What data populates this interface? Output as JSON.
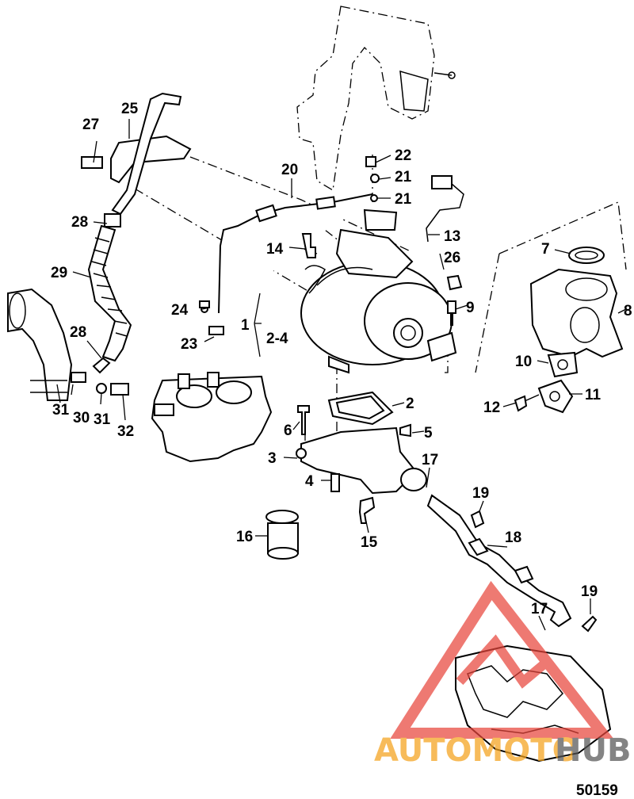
{
  "figure_id": "50159",
  "watermark": {
    "text_orange": "AUTOMOTO",
    "text_dark": "HUB",
    "color_orange": "#f4a21c",
    "color_dark": "#555555",
    "color_triangle": "#e8463c"
  },
  "callouts": {
    "c1": "1",
    "c2": "2",
    "c2_4": "2-4",
    "c3": "3",
    "c4": "4",
    "c5": "5",
    "c6": "6",
    "c7": "7",
    "c8": "8",
    "c9": "9",
    "c10": "10",
    "c11": "11",
    "c12": "12",
    "c13": "13",
    "c14": "14",
    "c15": "15",
    "c16": "16",
    "c17a": "17",
    "c17b": "17",
    "c18": "18",
    "c19a": "19",
    "c19b": "19",
    "c20": "20",
    "c21a": "21",
    "c21b": "21",
    "c22": "22",
    "c23": "23",
    "c24": "24",
    "c25": "25",
    "c26": "26",
    "c27": "27",
    "c28a": "28",
    "c28b": "28",
    "c29": "29",
    "c30": "30",
    "c31a": "31",
    "c31b": "31",
    "c32": "32"
  }
}
